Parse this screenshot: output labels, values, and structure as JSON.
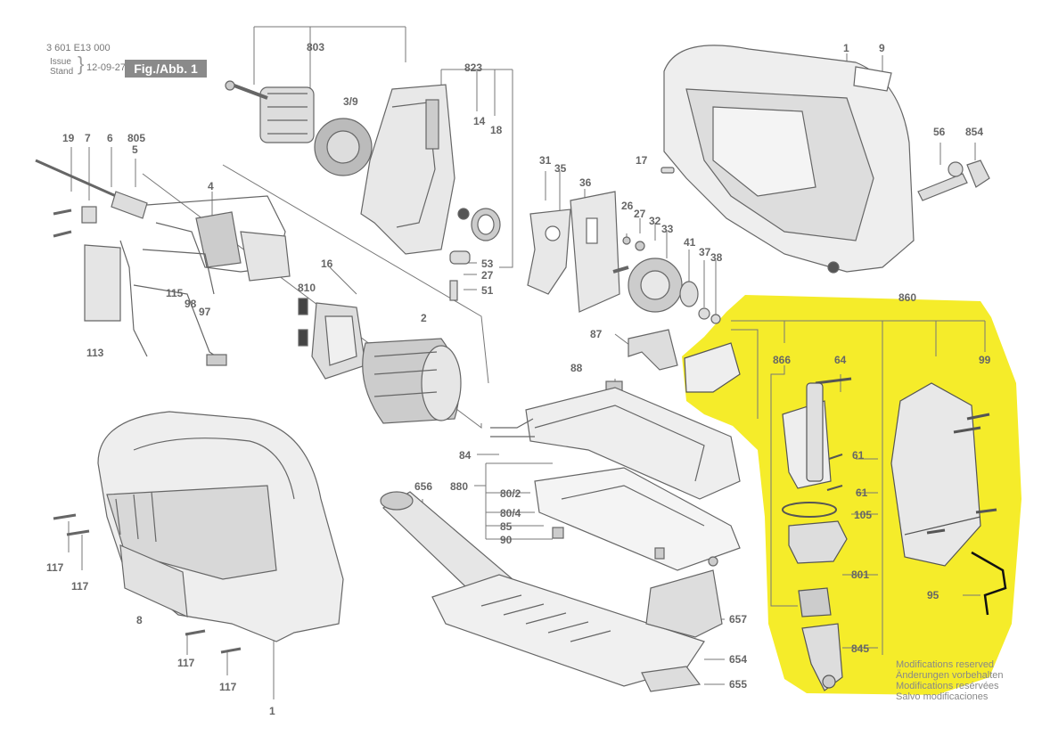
{
  "header": {
    "doc_number": "3 601 E13 000",
    "issue_label_1": "Issue",
    "issue_label_2": "Stand",
    "issue_date": "12-09-27",
    "figure": "Fig./Abb. 1"
  },
  "notes": [
    "Modifications reserved",
    "Änderungen vorbehalten",
    "Modifications resérvées",
    "Salvo modificaciones"
  ],
  "highlight_color": "#f5ec2a",
  "callouts": [
    {
      "id": "803",
      "text": "803"
    },
    {
      "id": "3-9",
      "text": "3/9"
    },
    {
      "id": "823",
      "text": "823"
    },
    {
      "id": "14",
      "text": "14"
    },
    {
      "id": "18",
      "text": "18"
    },
    {
      "id": "1-top",
      "text": "1"
    },
    {
      "id": "9",
      "text": "9"
    },
    {
      "id": "19",
      "text": "19"
    },
    {
      "id": "7",
      "text": "7"
    },
    {
      "id": "6",
      "text": "6"
    },
    {
      "id": "805",
      "text": "805"
    },
    {
      "id": "5",
      "text": "5"
    },
    {
      "id": "4",
      "text": "4"
    },
    {
      "id": "31",
      "text": "31"
    },
    {
      "id": "35",
      "text": "35"
    },
    {
      "id": "36",
      "text": "36"
    },
    {
      "id": "26",
      "text": "26"
    },
    {
      "id": "27a",
      "text": "27"
    },
    {
      "id": "32",
      "text": "32"
    },
    {
      "id": "33",
      "text": "33"
    },
    {
      "id": "17",
      "text": "17"
    },
    {
      "id": "56",
      "text": "56"
    },
    {
      "id": "854",
      "text": "854"
    },
    {
      "id": "41",
      "text": "41"
    },
    {
      "id": "37",
      "text": "37"
    },
    {
      "id": "38",
      "text": "38"
    },
    {
      "id": "53",
      "text": "53"
    },
    {
      "id": "27b",
      "text": "27"
    },
    {
      "id": "51",
      "text": "51"
    },
    {
      "id": "16",
      "text": "16"
    },
    {
      "id": "810",
      "text": "810"
    },
    {
      "id": "115",
      "text": "115"
    },
    {
      "id": "98",
      "text": "98"
    },
    {
      "id": "97",
      "text": "97"
    },
    {
      "id": "113",
      "text": "113"
    },
    {
      "id": "2",
      "text": "2"
    },
    {
      "id": "87",
      "text": "87"
    },
    {
      "id": "860",
      "text": "860"
    },
    {
      "id": "866",
      "text": "866"
    },
    {
      "id": "64",
      "text": "64"
    },
    {
      "id": "99",
      "text": "99"
    },
    {
      "id": "88",
      "text": "88"
    },
    {
      "id": "84",
      "text": "84"
    },
    {
      "id": "656",
      "text": "656"
    },
    {
      "id": "880",
      "text": "880"
    },
    {
      "id": "80-2",
      "text": "80/2"
    },
    {
      "id": "80-4",
      "text": "80/4"
    },
    {
      "id": "85",
      "text": "85"
    },
    {
      "id": "90",
      "text": "90"
    },
    {
      "id": "61a",
      "text": "61"
    },
    {
      "id": "61b",
      "text": "61"
    },
    {
      "id": "105",
      "text": "105"
    },
    {
      "id": "801",
      "text": "801"
    },
    {
      "id": "95",
      "text": "95"
    },
    {
      "id": "845",
      "text": "845"
    },
    {
      "id": "657",
      "text": "657"
    },
    {
      "id": "654",
      "text": "654"
    },
    {
      "id": "655",
      "text": "655"
    },
    {
      "id": "117a",
      "text": "117"
    },
    {
      "id": "117b",
      "text": "117"
    },
    {
      "id": "117c",
      "text": "117"
    },
    {
      "id": "117d",
      "text": "117"
    },
    {
      "id": "8",
      "text": "8"
    },
    {
      "id": "1-bottom",
      "text": "1"
    }
  ]
}
